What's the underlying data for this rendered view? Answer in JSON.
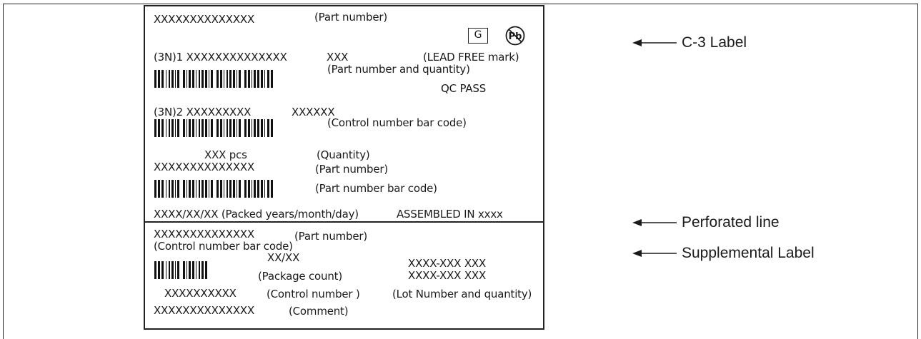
{
  "c3": {
    "part_number_value": "XXXXXXXXXXXXXX",
    "part_number_caption": "(Part number)",
    "mark_g": "G",
    "pb_glyph": "Pb",
    "lead_free_caption": "(LEAD FREE mark)",
    "line_3n1_value": "(3N)1 XXXXXXXXXXXXXX",
    "line_3n1_qty": "XXX",
    "part_qty_caption": "(Part number and quantity)",
    "qc_pass": "QC  PASS",
    "line_3n2_value": "(3N)2 XXXXXXXXX",
    "line_3n2_suffix": "XXXXXX",
    "control_barcode_caption": "(Control number bar code)",
    "quantity_value": "XXX  pcs",
    "quantity_caption": "(Quantity)",
    "part_number_value_2": "XXXXXXXXXXXXXX",
    "part_number_caption_2": "(Part number)",
    "part_barcode_caption": "(Part number bar code)",
    "packed_date": "XXXX/XX/XX (Packed years/month/day)",
    "assembled_in": "ASSEMBLED IN xxxx"
  },
  "supplemental": {
    "part_number_value": "XXXXXXXXXXXXXX",
    "part_number_caption": "(Part number)",
    "control_barcode_caption": "(Control number bar code)",
    "package_count_value": "XX/XX",
    "package_count_caption": "(Package count)",
    "lot_line_1": "XXXX-XXX  XXX",
    "lot_line_2": "XXXX-XXX  XXX",
    "control_number_value": "XXXXXXXXXX",
    "control_number_caption": "(Control number )",
    "lot_caption": "(Lot Number and quantity)",
    "comment_value": "XXXXXXXXXXXXXX",
    "comment_caption": "(Comment)"
  },
  "callouts": {
    "c3_label": "C-3 Label",
    "perforated_line": "Perforated line",
    "supplemental_label": "Supplemental Label"
  }
}
